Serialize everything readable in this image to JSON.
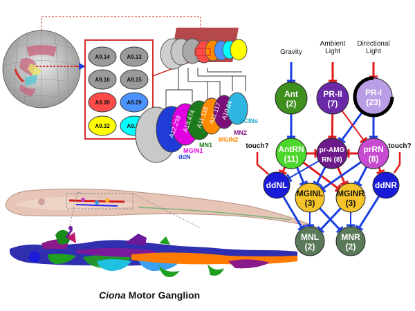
{
  "title": {
    "italic": "Ciona",
    "rest": " Motor Ganglion"
  },
  "cells": [
    {
      "id": "c1",
      "label": "A9.14",
      "color": "#9a9a9a"
    },
    {
      "id": "c2",
      "label": "A9.13",
      "color": "#9a9a9a"
    },
    {
      "id": "c3",
      "label": "A9.16",
      "color": "#9a9a9a"
    },
    {
      "id": "c4",
      "label": "A9.15",
      "color": "#9a9a9a"
    },
    {
      "id": "c5",
      "label": "A9.30",
      "color": "#ff4a4a"
    },
    {
      "id": "c6",
      "label": "A9.29",
      "color": "#4d93ff"
    },
    {
      "id": "c7",
      "label": "A9.32",
      "color": "#ffff00"
    },
    {
      "id": "c8",
      "label": "A9.31",
      "color": "#00ffff"
    }
  ],
  "cylinders": {
    "inner_labels": [
      "A12.239",
      "A13.474",
      "A11.118",
      "A11.117",
      "A10.64"
    ],
    "lineage": [
      {
        "id": "ddN",
        "label": "ddN",
        "color": "#1f3bd8"
      },
      {
        "id": "MGIN1",
        "label": "MGIN1",
        "color": "#e000e0"
      },
      {
        "id": "MN1",
        "label": "MN1",
        "color": "#1b7a1b"
      },
      {
        "id": "MGIN2",
        "label": "MGIN2",
        "color": "#ff8a00"
      },
      {
        "id": "MN2",
        "label": "MN2",
        "color": "#7a0f7a"
      },
      {
        "id": "ACINs",
        "label": "ACINs",
        "color": "#1aa7c9"
      }
    ]
  },
  "circuit": {
    "stimuli": [
      {
        "id": "gravity",
        "label": "Gravity"
      },
      {
        "id": "ambient",
        "label": "Ambient\nLight"
      },
      {
        "id": "directional",
        "label": "Directional\nLight"
      }
    ],
    "nodes": [
      {
        "id": "Ant",
        "label": "Ant",
        "count": "(2)",
        "color": "#3f8f1f"
      },
      {
        "id": "PRII",
        "label": "PR-II",
        "count": "(7)",
        "color": "#6a2aa8"
      },
      {
        "id": "PRI",
        "label": "PR-I",
        "count": "(23)",
        "color": "#b99ee6"
      },
      {
        "id": "AntRN",
        "label": "AntRN",
        "count": "(11)",
        "color": "#4dd62b"
      },
      {
        "id": "prAMG",
        "label": "pr-AMG",
        "count": "RN (8)",
        "color": "#6d1a8a"
      },
      {
        "id": "prRN",
        "label": "prRN",
        "count": "(8)",
        "color": "#c64bd1"
      },
      {
        "id": "ddNL",
        "label": "ddNL",
        "count": "",
        "color": "#1a1ad9"
      },
      {
        "id": "MGINL",
        "label": "MGINL",
        "count": "(3)",
        "color": "#f5c42a"
      },
      {
        "id": "MGINR",
        "label": "MGINR",
        "count": "(3)",
        "color": "#f5c42a"
      },
      {
        "id": "ddNR",
        "label": "ddNR",
        "count": "",
        "color": "#1a1ad9"
      },
      {
        "id": "MNL",
        "label": "MNL",
        "count": "(2)",
        "color": "#5a7a5a"
      },
      {
        "id": "MNR",
        "label": "MNR",
        "count": "(2)",
        "color": "#5a7a5a"
      }
    ],
    "touch_label": "touch?",
    "colors": {
      "excitatory": "#1a3fe0",
      "inhibitory": "#e01a1a",
      "text_light": "#ffffff"
    }
  }
}
